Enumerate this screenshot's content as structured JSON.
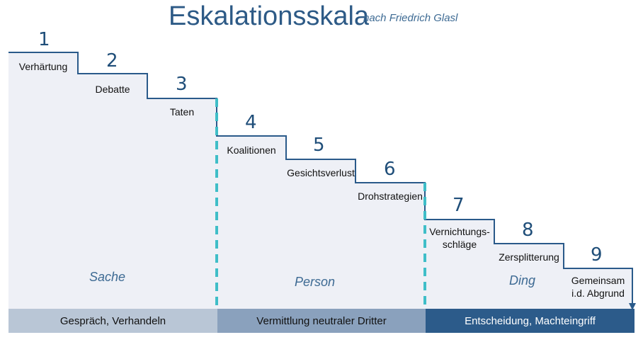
{
  "title": "Eskalationsskala",
  "subtitle": "nach Friedrich Glasl",
  "steps": [
    {
      "number": "1",
      "label": "Verhärtung"
    },
    {
      "number": "2",
      "label": "Debatte"
    },
    {
      "number": "3",
      "label": "Taten"
    },
    {
      "number": "4",
      "label": "Koalitionen"
    },
    {
      "number": "5",
      "label": "Gesichtsverlust"
    },
    {
      "number": "6",
      "label": "Drohstrategien"
    },
    {
      "number": "7",
      "label_line1": "Vernichtungs-",
      "label_line2": "schläge"
    },
    {
      "number": "8",
      "label": "Zersplitterung"
    },
    {
      "number": "9",
      "label_line1": "Gemeinsam",
      "label_line2": "i.d. Abgrund"
    }
  ],
  "phases": [
    "Sache",
    "Person",
    "Ding"
  ],
  "bars": [
    "Gespräch, Verhandeln",
    "Vermittlung neutraler Dritter",
    "Entscheidung, Machteingriff"
  ],
  "colors": {
    "stair_fill": "#eef0f6",
    "stair_line": "#2a5a8a",
    "dashed_divider": "#3fbec8",
    "bar_1": "#b9c6d6",
    "bar_2": "#8aa1bd",
    "bar_3": "#2c5b8a"
  }
}
